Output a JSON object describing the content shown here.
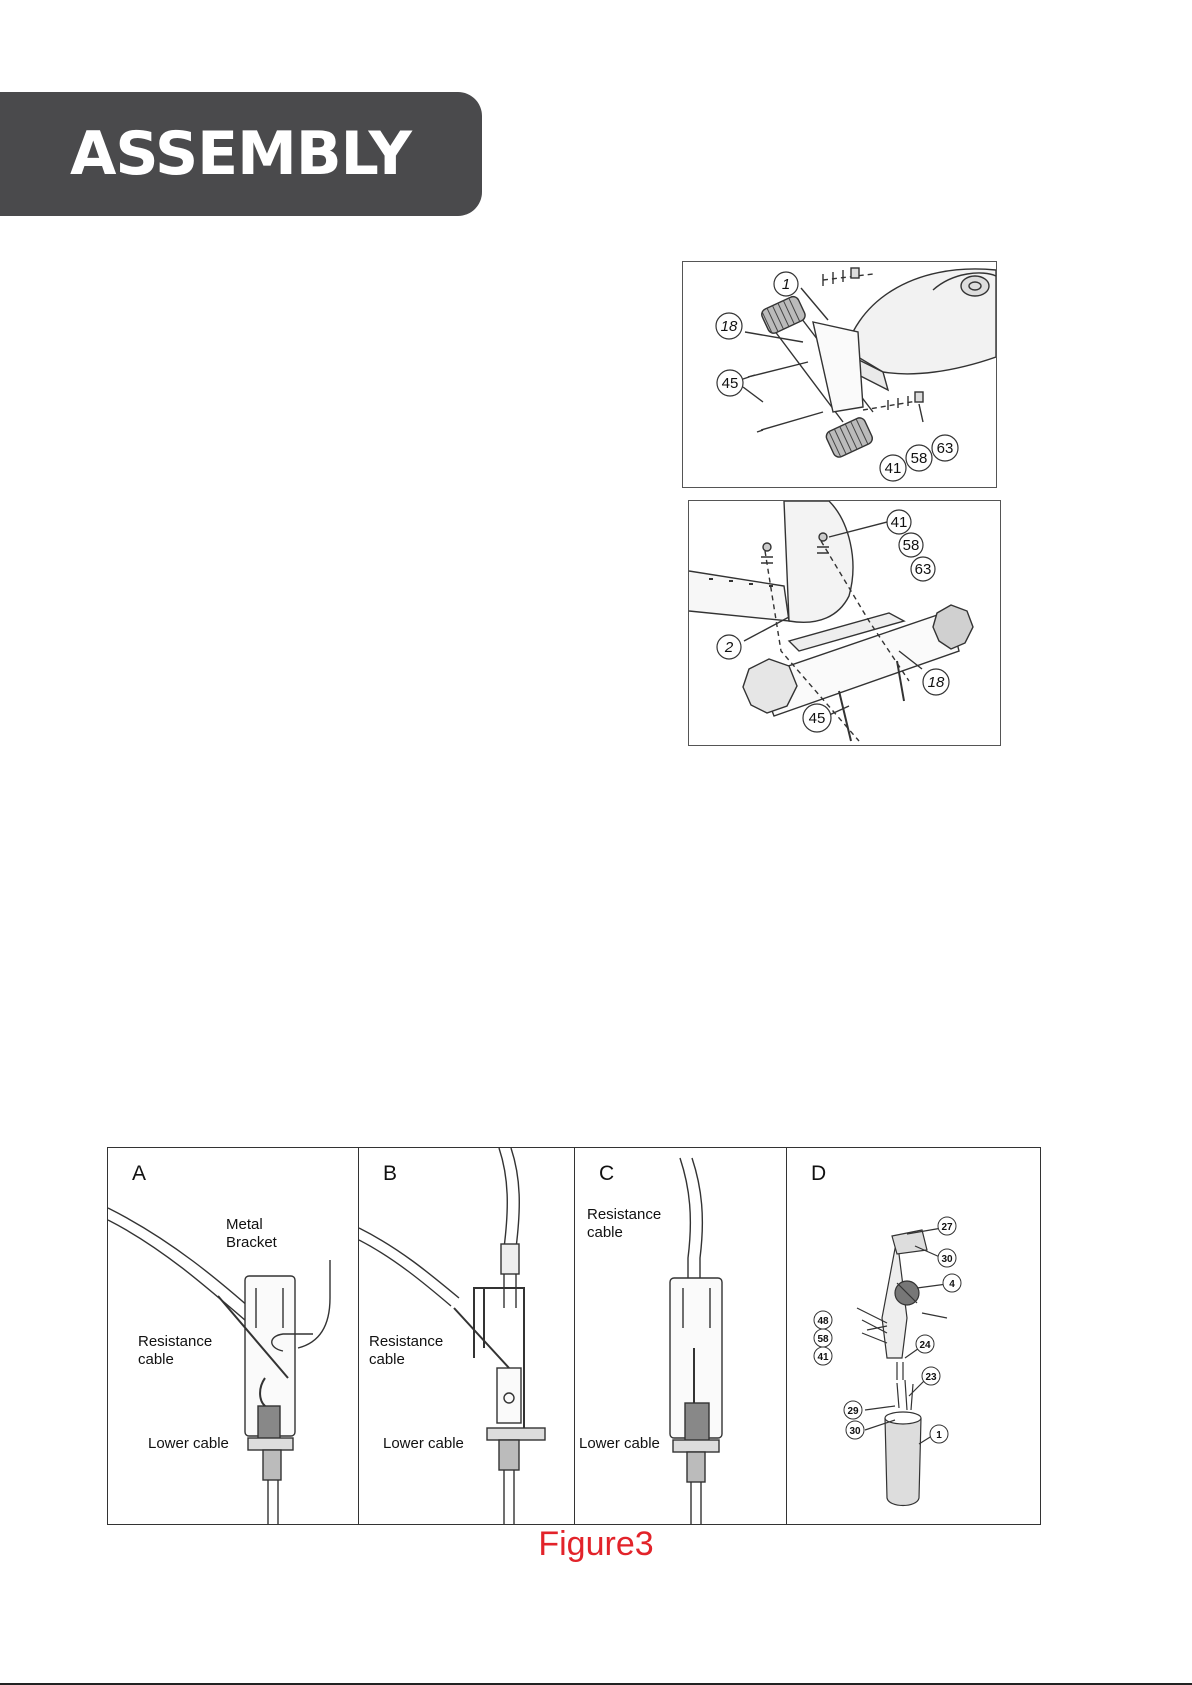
{
  "header": {
    "title": "ASSEMBLY"
  },
  "diagram1": {
    "labels": [
      "1",
      "18",
      "45",
      "41",
      "58",
      "63"
    ]
  },
  "diagram2": {
    "labels": [
      "41",
      "58",
      "63",
      "2",
      "18",
      "45"
    ]
  },
  "figure3": {
    "caption": "Figure3",
    "panels": {
      "a": {
        "letter": "A",
        "metal_bracket": "Metal\nBracket",
        "resistance_cable": "Resistance\ncable",
        "lower_cable": "Lower cable"
      },
      "b": {
        "letter": "B",
        "resistance_cable": "Resistance\ncable",
        "lower_cable": "Lower cable"
      },
      "c": {
        "letter": "C",
        "resistance_cable": "Resistance\ncable",
        "lower_cable": "Lower cable"
      },
      "d": {
        "letter": "D",
        "parts": [
          "27",
          "30",
          "4",
          "48",
          "58",
          "41",
          "24",
          "23",
          "29",
          "30",
          "1"
        ]
      }
    }
  }
}
